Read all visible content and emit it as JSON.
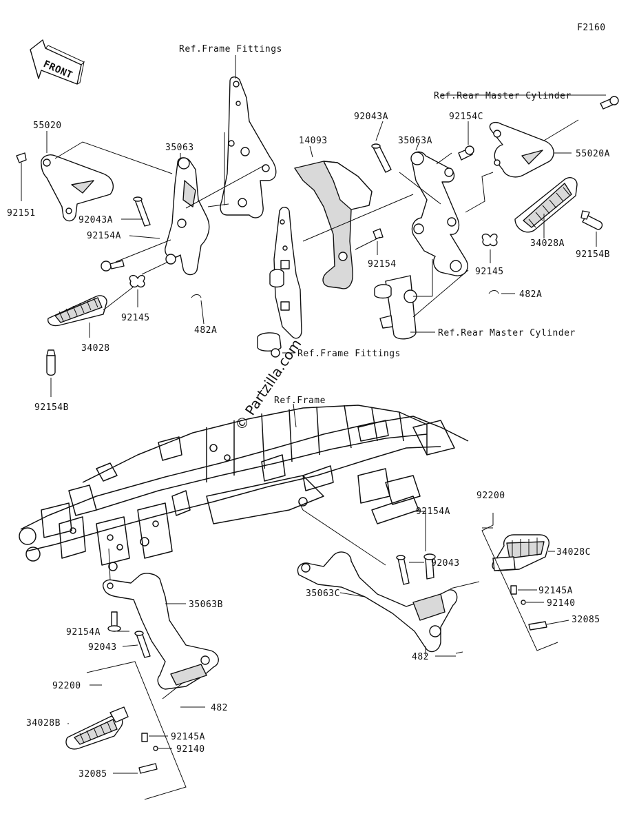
{
  "diagram_code": "F2160",
  "front_arrow": "FRONT",
  "watermark": "© Partzilla.com",
  "labels": {
    "ref_frame_fittings_top": "Ref.Frame Fittings",
    "ref_rear_master_top": "Ref.Rear Master Cylinder",
    "ref_rear_master_mid": "Ref.Rear Master Cylinder",
    "ref_frame_fittings_mid": "Ref.Frame Fittings",
    "ref_frame": "Ref.Frame",
    "p55020": "55020",
    "p92151": "92151",
    "p35063": "35063",
    "p92043A_l": "92043A",
    "p92154A_l": "92154A",
    "p92145_l": "92145",
    "p482A_l": "482A",
    "p34028": "34028",
    "p92154B_l": "92154B",
    "p14093": "14093",
    "p92043A_m": "92043A",
    "p92154_m": "92154",
    "p35063A": "35063A",
    "p92154C": "92154C",
    "p55020A": "55020A",
    "p34028A": "34028A",
    "p92154B_r": "92154B",
    "p92145_r": "92145",
    "p482A_r": "482A",
    "p92200_r": "92200",
    "p92154A_r": "92154A",
    "p34028C": "34028C",
    "p92043_r": "92043",
    "p35063C": "35063C",
    "p92145A_r": "92145A",
    "p92140_r": "92140",
    "p32085_r": "32085",
    "p482_r": "482",
    "p35063B": "35063B",
    "p92154A_b": "92154A",
    "p92043_b": "92043",
    "p92200_b": "92200",
    "p482_b": "482",
    "p34028B": "34028B",
    "p92145A_b": "92145A",
    "p92140_b": "92140",
    "p32085_b": "32085"
  }
}
